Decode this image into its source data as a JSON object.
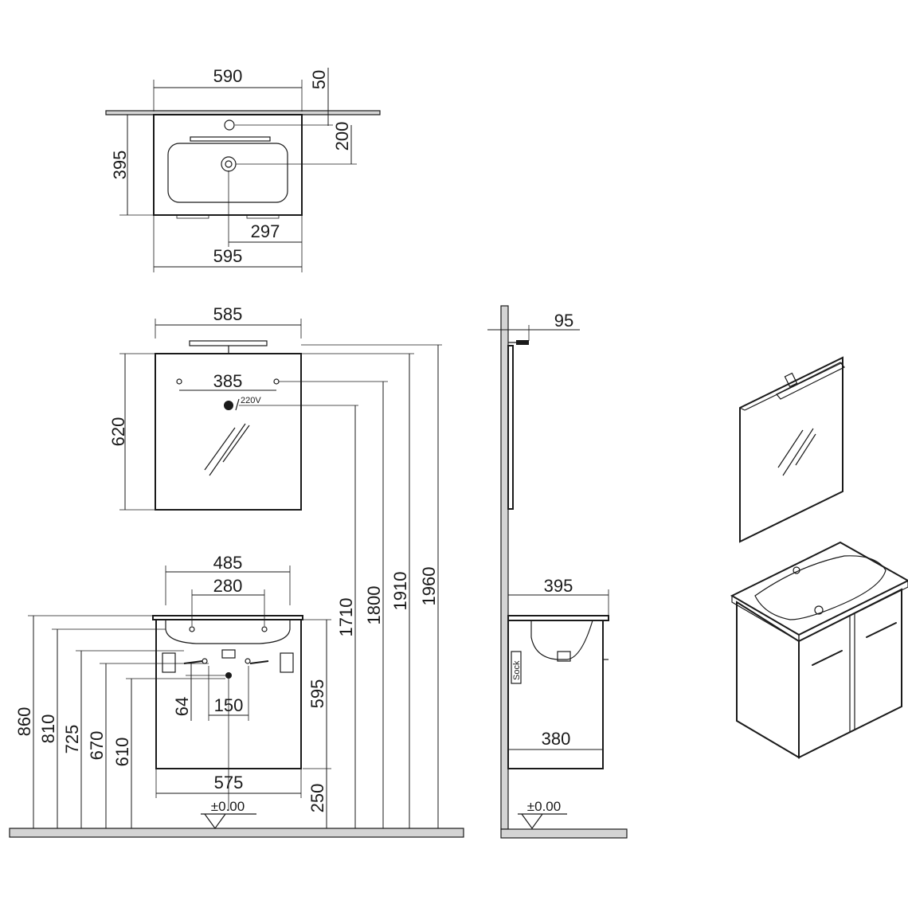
{
  "dimensions": {
    "top_width_590": "590",
    "top_wall_50": "50",
    "top_tap_200": "200",
    "top_depth_395": "395",
    "top_half_297": "297",
    "top_total_595": "595",
    "mirror_width_585": "585",
    "mirror_holes_385": "385",
    "mirror_height_620": "620",
    "basin_485": "485",
    "basin_280": "280",
    "cab_height_595": "595",
    "cab_width_575": "575",
    "drain_150": "150",
    "drain_64": "64",
    "floor_gap_250": "250",
    "h_860": "860",
    "h_810": "810",
    "h_725": "725",
    "h_670": "670",
    "h_610": "610",
    "h_1710": "1710",
    "h_1800": "1800",
    "h_1910": "1910",
    "h_1960": "1960",
    "side_95": "95",
    "side_395": "395",
    "side_380": "380"
  },
  "labels": {
    "voltage": "220V",
    "level_front": "±0.00",
    "level_side": "±0.00",
    "socket": "Sock"
  },
  "icons": [
    "mirror-glare-icon",
    "power-socket-icon",
    "level-marker-icon",
    "door-handle-icon"
  ]
}
